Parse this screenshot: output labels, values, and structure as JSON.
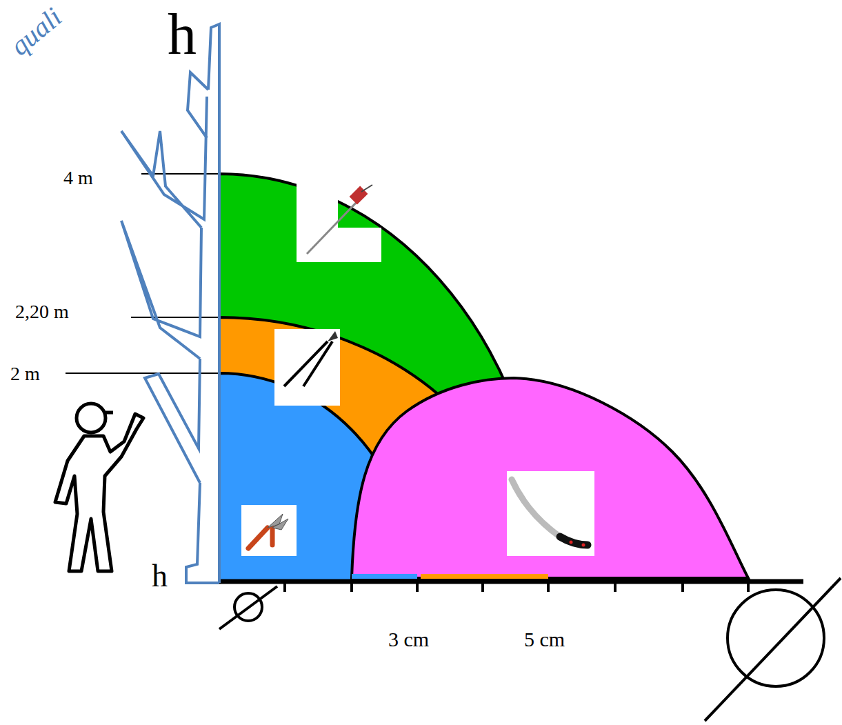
{
  "diagram": {
    "labels": [
      "quali",
      "h",
      "4 m",
      "2,20 m",
      "2 m",
      "h",
      "3 cm",
      "5 cm"
    ]
  }
}
